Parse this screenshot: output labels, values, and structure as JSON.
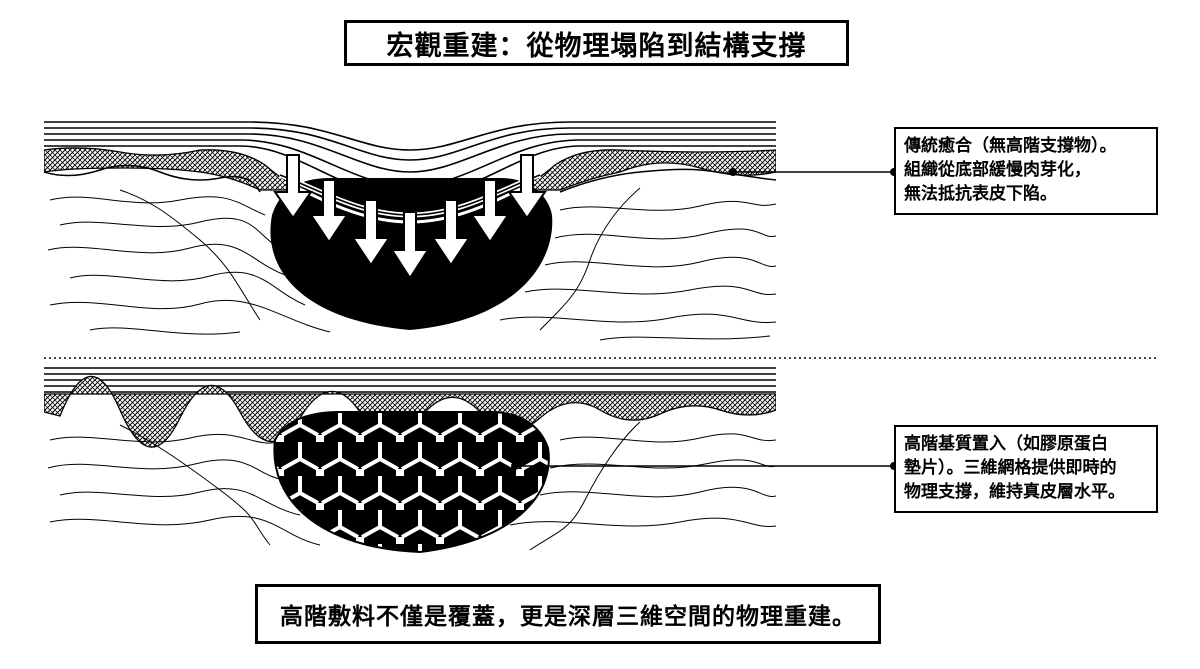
{
  "title": "宏觀重建：從物理塌陷到結構支撐",
  "top_panel": {
    "callout_lines": [
      "傳統癒合（無高階支撐物）。",
      "組織從底部緩慢肉芽化，",
      "無法抵抗表皮下陷。"
    ]
  },
  "bottom_panel": {
    "callout_lines": [
      "高階基質置入（如膠原蛋白",
      "墊片）。三維網格提供即時的",
      "物理支撐，維持真皮層水平。"
    ]
  },
  "footer": "高階敷料不僅是覆蓋，更是深層三維空間的物理重建。"
}
